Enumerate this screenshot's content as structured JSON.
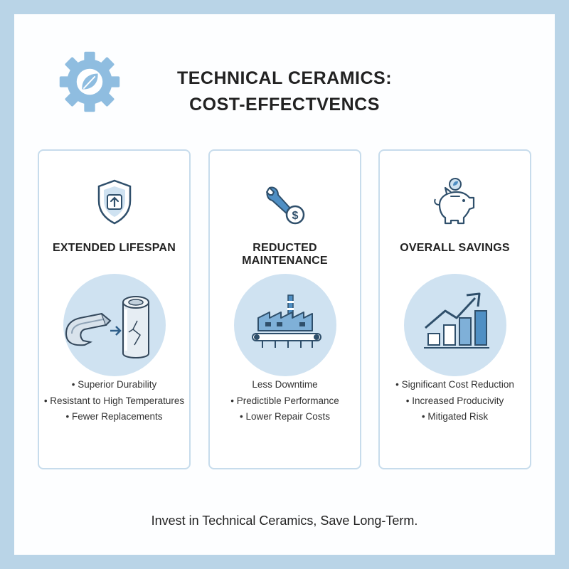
{
  "title": {
    "line1": "TECHNICAL CERAMICS:",
    "line2": "COST-EFFECTVENCS"
  },
  "icons": {
    "header": "gear-leaf-icon"
  },
  "colors": {
    "frame_border": "#b9d4e7",
    "accent_blue": "#4f8fc4",
    "circle_fill": "#cfe2f1",
    "card_border": "#c7dcec"
  },
  "cards": [
    {
      "title": "EXTENDED LIFESPAN",
      "icon": "shield-up-arrow-icon",
      "illustration": "ceramic-cylinder-bent-metal-icon",
      "bullets": [
        "• Superior Durability",
        "• Resistant to High Temperatures",
        "• Fewer Replacements"
      ]
    },
    {
      "title": "REDUCTED MAINTENANCE",
      "icon": "wrench-dollar-icon",
      "illustration": "factory-conveyor-icon",
      "bullets": [
        "Less Downtime",
        "• Predictible Performance",
        "• Lower Repair Costs"
      ]
    },
    {
      "title": "OVERALL SAVINGS",
      "icon": "piggy-bank-icon",
      "illustration": "rising-bar-chart-icon",
      "bullets": [
        "• Significant Cost Reduction",
        "• Increased Producivity",
        "• Mitigated Risk"
      ]
    }
  ],
  "footer": "Invest in Technical Ceramics, Save Long-Term."
}
